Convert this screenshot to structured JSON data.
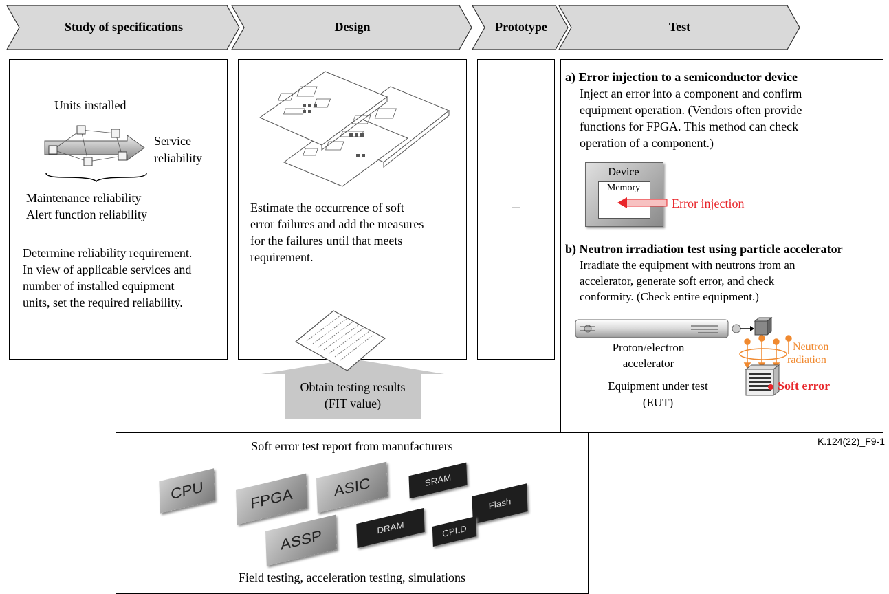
{
  "phases": [
    {
      "id": "spec",
      "label": "Study of specifications"
    },
    {
      "id": "design",
      "label": "Design"
    },
    {
      "id": "prototype",
      "label": "Prototype"
    },
    {
      "id": "test",
      "label": "Test"
    }
  ],
  "spec": {
    "units_installed": "Units installed",
    "service_reliability_1": "Service",
    "service_reliability_2": "reliability",
    "maintenance": "Maintenance reliability",
    "alert": "Alert function reliability",
    "description": [
      "Determine reliability requirement.",
      "In view of applicable services and",
      "number of installed equipment",
      "units, set the required reliability."
    ]
  },
  "design": {
    "description": [
      "Estimate the occurrence of soft",
      "error failures and add the measures",
      "for the failures until that meets",
      "requirement."
    ],
    "arrow_text_1": "Obtain testing results",
    "arrow_text_2": "(FIT value)"
  },
  "prototype": {
    "text": "–"
  },
  "test": {
    "a_title": "a) Error injection to a semiconductor device",
    "a_desc": [
      "Inject an error into a component and confirm",
      "equipment operation. (Vendors often provide",
      "functions for FPGA. This method can check",
      "operation of a component.)"
    ],
    "device_label": "Device",
    "memory_label": "Memory",
    "error_injection": "Error injection",
    "b_title": "b) Neutron irradiation test using particle accelerator",
    "b_desc": [
      "Irradiate the equipment with neutrons from an",
      "accelerator, generate soft error, and check",
      "conformity. (Check entire equipment.)"
    ],
    "accelerator_1": "Proton/electron",
    "accelerator_2": "accelerator",
    "neutron_1": "Neutron",
    "neutron_2": "radiation",
    "eut_1": "Equipment under test",
    "eut_2": "(EUT)",
    "soft_error": "Soft error"
  },
  "figure_code": "K.124(22)_F9-1",
  "report": {
    "title": "Soft error test report from manufacturers",
    "footer": "Field testing, acceleration testing, simulations",
    "chips": [
      "CPU",
      "FPGA",
      "ASIC",
      "SRAM",
      "Flash",
      "ASSP",
      "DRAM",
      "CPLD"
    ]
  },
  "colors": {
    "phase_fill": "#d9d9d9",
    "accent_red": "#e8262b",
    "accent_orange": "#f0892f",
    "arrow_gray": "#c8c8c8"
  }
}
